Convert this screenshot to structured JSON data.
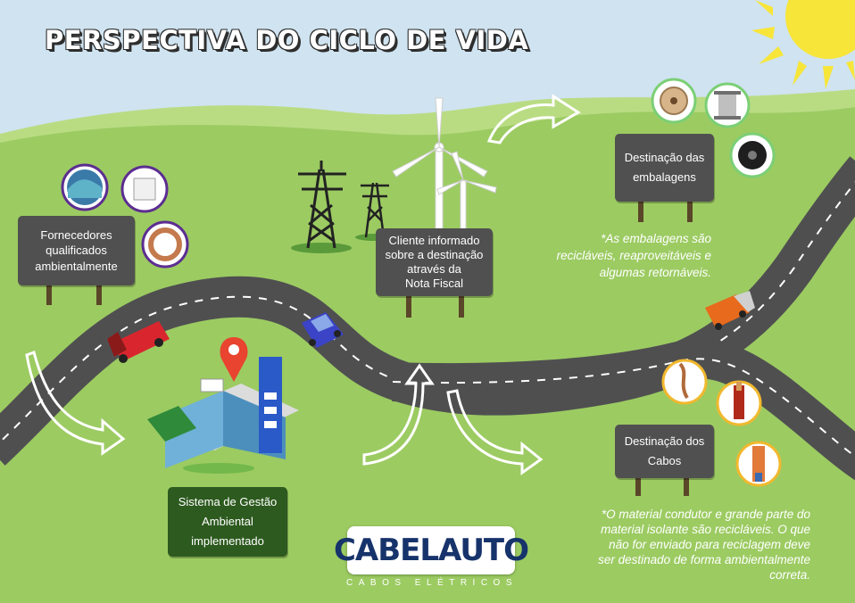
{
  "title": "PERSPECTIVA DO CICLO DE VIDA",
  "colors": {
    "sky": "#cfe3f0",
    "grass": "#9ccb62",
    "grass_light": "#b6d97b",
    "road": "#4f4f50",
    "sign": "#505050",
    "sign_green": "#2d5a1f",
    "logo_blue": "#17336b",
    "sun": "#f7e53a"
  },
  "signs": {
    "suppliers": [
      "Fornecedores",
      "qualificados",
      "ambientalmente"
    ],
    "client": [
      "Cliente informado",
      "sobre a destinação",
      "através da",
      "Nota Fiscal"
    ],
    "packaging": [
      "Destinação das",
      "embalagens"
    ],
    "cables": [
      "Destinação dos",
      "Cabos"
    ],
    "management": [
      "Sistema de Gestão",
      "Ambiental",
      "implementado"
    ]
  },
  "notes": {
    "packaging": [
      "*As embalagens são",
      "recicláveis, reaproveitáveis e",
      "algumas retornáveis."
    ],
    "cables": [
      "*O material condutor e grande parte do",
      "material isolante  são recicláveis. O que",
      "não for enviado para reciclagem deve",
      "ser destinado de forma ambientalmente",
      "correta."
    ]
  },
  "logo": {
    "name": "CABELAUTO",
    "tagline": "CABOS ELÉTRICOS"
  },
  "icons": {
    "supplier_materials": [
      "plastic-granules-icon",
      "bulk-bag-icon",
      "copper-coil-icon"
    ],
    "packaging": [
      "wooden-spool-icon",
      "metal-spool-icon",
      "plastic-spool-icon"
    ],
    "cables": [
      "stranded-wire-icon",
      "cable-cross-section-icon",
      "insulated-cable-icon"
    ],
    "landmarks": [
      "transmission-tower-icon",
      "wind-turbine-icon",
      "factory-building-icon",
      "location-pin-icon",
      "sun-icon"
    ],
    "vehicles": [
      "red-truck-icon",
      "blue-car-icon",
      "orange-truck-icon"
    ]
  }
}
